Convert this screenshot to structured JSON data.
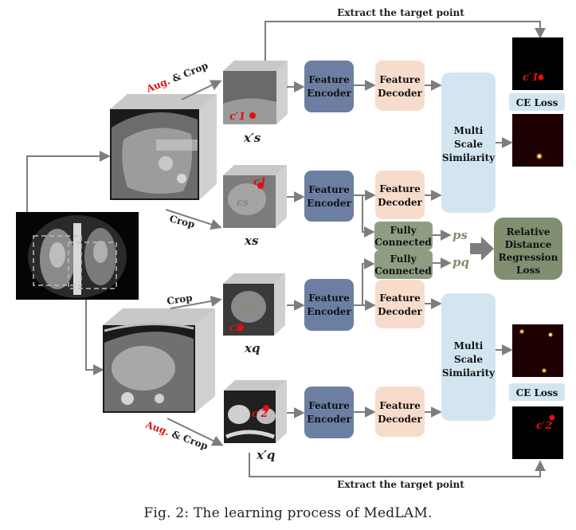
{
  "title_top": "Extract the target point",
  "title_bottom": "Extract the target point",
  "labels": {
    "aug": "Aug.",
    "aug_crop_rest": " & Crop",
    "crop": "Crop",
    "xs_prime": "x′s",
    "xs": "xs",
    "xq": "xq",
    "xq_prime": "x′q",
    "c1_prime": "c′1",
    "c1": "c1",
    "cs": "cs",
    "cq": "cq",
    "c2": "c2",
    "c2_prime": "c′2",
    "ps": "ps",
    "pq": "pq"
  },
  "blocks": {
    "encoder": "Feature Encoder",
    "decoder": "Feature Decoder",
    "fc": "Fully Connected",
    "mss": "Multi Scale Similarity",
    "ce_loss": "CE Loss",
    "rdr_loss": "Relative Distance Regression Loss"
  },
  "caption": "Fig. 2: The learning process of MedLAM.",
  "colors": {
    "encoder": "#6c7fa3",
    "decoder": "#f8dccb",
    "mss": "#d3e5f1",
    "fc": "#8f9e82",
    "rdr": "#7f8f6f",
    "arrow": "#7d7d7d",
    "red": "#e01010"
  }
}
